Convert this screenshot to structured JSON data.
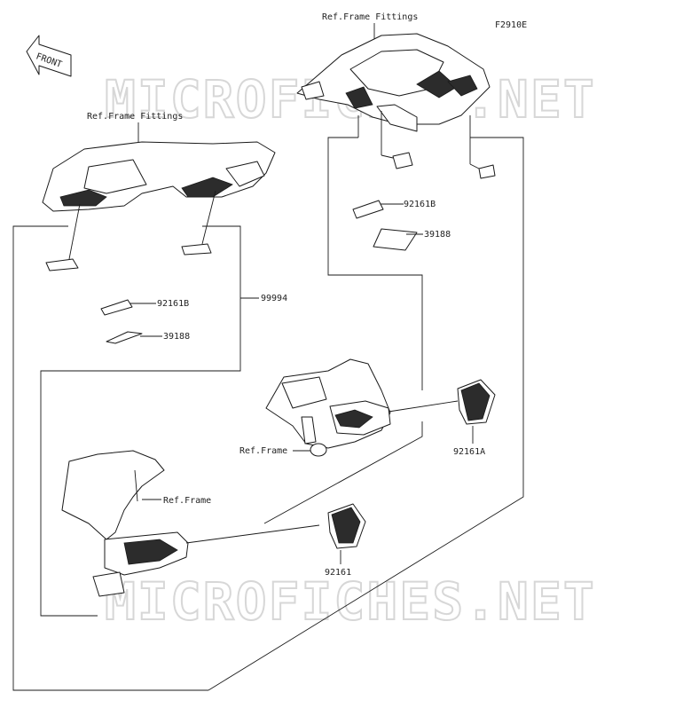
{
  "diagram": {
    "code": "F2910E",
    "front_label": "FRONT",
    "watermark": "MICROFICHES.NET",
    "ref_labels": {
      "frame_fittings_top": "Ref.Frame Fittings",
      "frame_fittings_left": "Ref.Frame Fittings",
      "frame_mid": "Ref.Frame",
      "frame_lower": "Ref.Frame"
    },
    "part_numbers": {
      "p92161b_right": "92161B",
      "p39188_right": "39188",
      "p99994": "99994",
      "p92161b_left": "92161B",
      "p39188_left": "39188",
      "p92161a": "92161A",
      "p92161": "92161"
    }
  }
}
